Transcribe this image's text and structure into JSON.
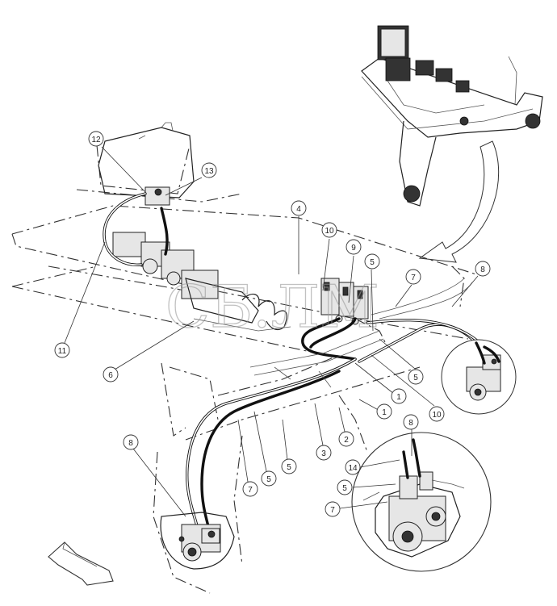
{
  "watermark": "СБ.ЛМ",
  "callouts": {
    "c12": "12",
    "c13": "13",
    "c11": "11",
    "c6": "6",
    "c4": "4",
    "c10a": "10",
    "c9": "9",
    "c5a": "5",
    "c7a": "7",
    "c8a": "8",
    "c5b": "5",
    "c1a": "1",
    "c10b": "10",
    "c1b": "1",
    "c2": "2",
    "c3": "3",
    "c5c": "5",
    "c5d": "5",
    "c7b": "7",
    "c8b": "8",
    "c8c": "8",
    "c14": "14",
    "c5e": "5",
    "c7c": "7"
  }
}
